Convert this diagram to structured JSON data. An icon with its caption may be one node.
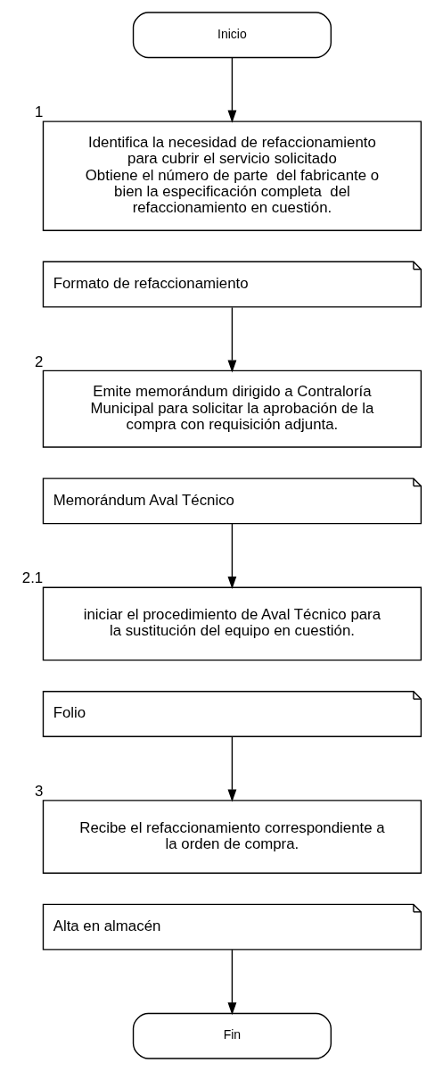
{
  "diagram": {
    "nodes": [
      {
        "text": [
          "Inicio"
        ]
      },
      {
        "text": [
          "Identifica la necesidad de refaccionamiento para cubrir el servicio solicitado",
          "Obtiene el número de parte  del fabricante o bien la especificación completa  del refaccionamiento en cuestión."
        ],
        "beside": [
          "1"
        ]
      },
      {
        "text": [
          "Formato de refaccionamiento"
        ]
      },
      {
        "text": [
          "Emite memorándum dirigido a Contraloría Municipal para solicitar la aprobación de la compra con requisición adjunta."
        ],
        "beside": [
          "2"
        ]
      },
      {
        "text": [
          "Memorándum Aval Técnico"
        ]
      },
      {
        "text": [
          "iniciar el procedimiento de Aval Técnico para la sustitución del equipo en cuestión."
        ],
        "beside": [
          "2.1"
        ]
      },
      {
        "text": [
          "Folio"
        ]
      },
      {
        "text": [
          "Recibe el refaccionamiento correspondiente a la orden de compra."
        ],
        "beside": [
          "3"
        ]
      },
      {
        "text": [
          "Alta en almacén"
        ]
      },
      {
        "text": [
          "Fin"
        ]
      }
    ],
    "edges": [
      {
        "from": 0,
        "to": 1,
        "arrow": "to"
      },
      {
        "from": 2,
        "to": 3,
        "arrow": "to"
      },
      {
        "from": 4,
        "to": 5,
        "arrow": "to"
      },
      {
        "from": 6,
        "to": 7,
        "arrow": "to"
      },
      {
        "from": 8,
        "to": 9,
        "arrow": "to"
      }
    ]
  }
}
